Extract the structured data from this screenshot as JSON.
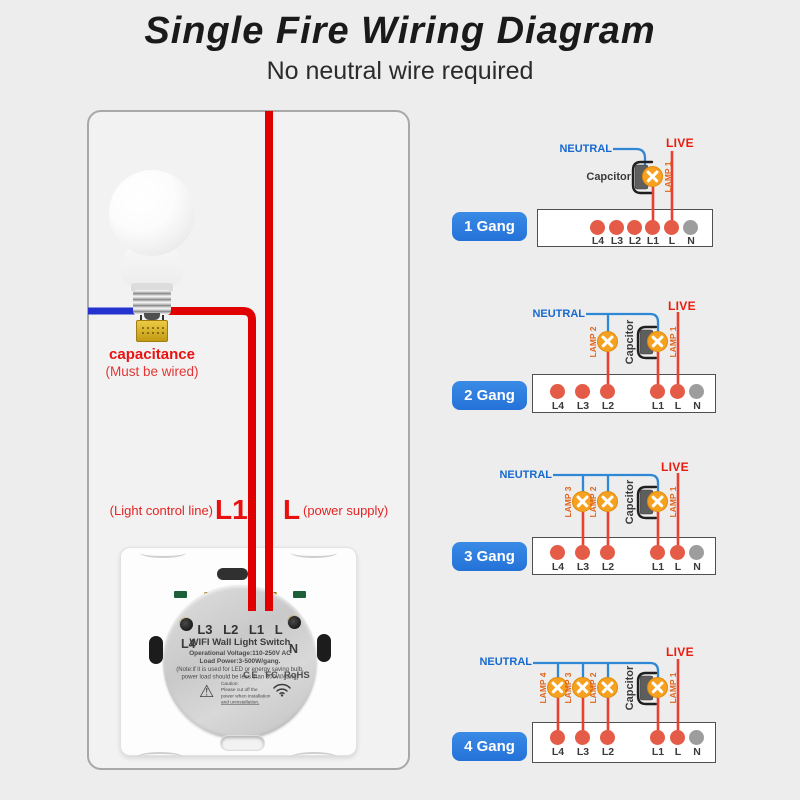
{
  "title": "Single Fire Wiring Diagram",
  "subtitle": "No neutral wire required",
  "colors": {
    "live_wire_red": "#e10000",
    "neutral_wire_blue": "#2433cf",
    "diagram_wire_blue": "#2f87d5",
    "diagram_wire_red": "#ea4031",
    "lamp_orange": "#f7a120",
    "gang_button_blue": "#2b7de2",
    "terminal_dot_red": "#e45c47",
    "terminal_dot_gray": "#9d9d9d",
    "red_label": "#ea1111",
    "neutral_label_blue": "#1769cf"
  },
  "left_panel": {
    "capacitance_label": "capacitance",
    "capacitance_note": "(Must be wired)",
    "light_control_label": "(Light control line)",
    "l1_wire_label": "L1",
    "l_wire_label": "L",
    "power_supply_label": "(power supply)",
    "switch": {
      "terminal_row": "L3 L2 L1 L",
      "left_terminal_label": "L4",
      "right_terminal_label": "N",
      "product_name": "WIFI Wall Light Switch",
      "spec_lines": [
        "Operational Voltage:110-250V AC",
        "Load Power:3-500W/gang.",
        "(Note:if it is used for LED or energy saving bulb,",
        "power load should be less than 300W/gang)"
      ],
      "certifications": [
        "CE",
        "FC",
        "RoHS"
      ],
      "warning_icon": "⚠",
      "caution_lines": [
        "Caution:",
        "Please cut off the",
        "power when installation",
        "and uninstallation."
      ]
    }
  },
  "gangs": [
    {
      "label": "1 Gang",
      "neutral": "NEUTRAL",
      "live": "LIVE",
      "capacitor": "Capcitor",
      "lamps": [
        "LAMP 1"
      ],
      "terminals": [
        "L4",
        "L3",
        "L2",
        "L1",
        "L",
        "N"
      ]
    },
    {
      "label": "2 Gang",
      "neutral": "NEUTRAL",
      "live": "LIVE",
      "capacitor": "Capcitor",
      "lamps": [
        "LAMP 2",
        "LAMP 1"
      ],
      "terminals": [
        "L4",
        "L3",
        "L2",
        "L1",
        "L",
        "N"
      ]
    },
    {
      "label": "3 Gang",
      "neutral": "NEUTRAL",
      "live": "LIVE",
      "capacitor": "Capcitor",
      "lamps": [
        "LAMP 3",
        "LAMP 2",
        "LAMP 1"
      ],
      "terminals": [
        "L4",
        "L3",
        "L2",
        "L1",
        "L",
        "N"
      ]
    },
    {
      "label": "4 Gang",
      "neutral": "NEUTRAL",
      "live": "LIVE",
      "capacitor": "Capcitor",
      "lamps": [
        "LAMP 4",
        "LAMP 3",
        "LAMP 2",
        "LAMP 1"
      ],
      "terminals": [
        "L4",
        "L3",
        "L2",
        "L1",
        "L",
        "N"
      ]
    }
  ]
}
